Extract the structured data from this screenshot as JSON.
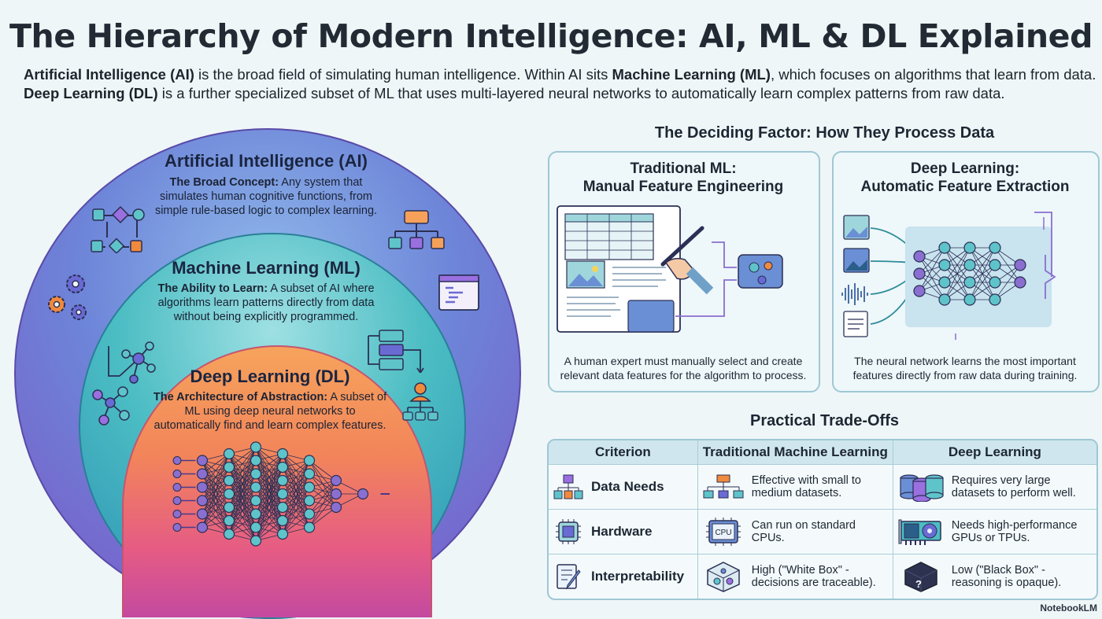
{
  "title": "The Hierarchy of Modern Intelligence: AI, ML & DL Explained",
  "intro": {
    "line1_bold": "Artificial Intelligence (AI)",
    "line1_mid": " is the broad field of simulating human intelligence. Within AI sits ",
    "line1_bold2": "Machine Learning (ML)",
    "line1_end": ", which focuses on algorithms that learn from data.",
    "line2_bold": "Deep Learning (DL)",
    "line2_end": " is a further specialized subset of ML that uses multi-layered neural networks to automatically learn complex patterns from raw data."
  },
  "circles": {
    "ai": {
      "title": "Artificial Intelligence (AI)",
      "lead": "The Broad Concept:",
      "desc": " Any system that simulates human cognitive functions, from simple rule-based logic to complex learning."
    },
    "ml": {
      "title": "Machine Learning (ML)",
      "lead": "The Ability to Learn:",
      "desc": " A subset of AI where algorithms learn patterns directly from data without being explicitly programmed."
    },
    "dl": {
      "title": "Deep Learning (DL)",
      "lead": "The Architecture of Abstraction:",
      "desc": " A subset of ML using deep neural networks to automatically find and learn complex features."
    }
  },
  "deciding": {
    "heading": "The Deciding Factor: How They Process Data",
    "ml_panel": {
      "title_line1": "Traditional ML:",
      "title_line2": "Manual Feature Engineering",
      "caption_line1": "A human expert must manually select and create",
      "caption_line2": "relevant data features for the algorithm to process."
    },
    "dl_panel": {
      "title_line1": "Deep Learning:",
      "title_line2": "Automatic Feature Extraction",
      "caption_line1": "The neural network learns the most important",
      "caption_line2": "features directly from raw data during training."
    }
  },
  "tradeoffs": {
    "heading": "Practical Trade-Offs",
    "headers": [
      "Criterion",
      "Traditional Machine Learning",
      "Deep Learning"
    ],
    "rows": [
      {
        "criterion": "Data Needs",
        "ml_line1": "Effective with small to",
        "ml_line2": "medium datasets.",
        "dl_line1": "Requires very large",
        "dl_line2": "datasets to perform well.",
        "icons": [
          "hierarchy-icon",
          "hierarchy-icon",
          "database-stack-icon"
        ]
      },
      {
        "criterion": "Hardware",
        "ml_line1": "Can run on standard",
        "ml_line2": "CPUs.",
        "dl_line1": "Needs high-performance",
        "dl_line2": "GPUs or TPUs.",
        "icons": [
          "chip-icon",
          "cpu-icon",
          "gpu-card-icon"
        ]
      },
      {
        "criterion": "Interpretability",
        "ml_line1": "High (\"White Box\" -",
        "ml_line2": "decisions are traceable).",
        "dl_line1": "Low (\"Black Box\" -",
        "dl_line2": "reasoning is opaque).",
        "icons": [
          "document-edit-icon",
          "white-box-icon",
          "black-box-icon"
        ]
      }
    ],
    "cpu_label": "CPU",
    "blackbox_mark": "?"
  },
  "watermark": "NotebookLM",
  "colors": {
    "ai_ring": "#7b56c6",
    "ml_ring": "#2c8fb3",
    "dl_core": "#f2855a",
    "panel_border": "#9fc7d4",
    "header_bg": "#cfe6ee"
  }
}
